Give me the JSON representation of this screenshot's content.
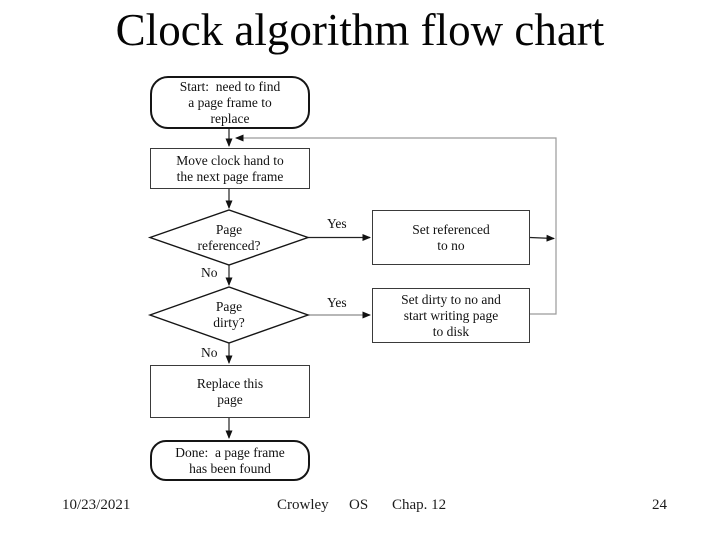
{
  "slide": {
    "title": "Clock algorithm flow chart",
    "footer": {
      "date": "10/23/2021",
      "author": "Crowley",
      "course": "OS",
      "chapter": "Chap. 12",
      "page_number": "24"
    }
  },
  "flowchart": {
    "nodes": {
      "start": {
        "label": "Start:  need to find\na page frame to\nreplace"
      },
      "move": {
        "label": "Move clock hand to\nthe next page frame"
      },
      "referenced": {
        "label": "Page\nreferenced?"
      },
      "set_referenced": {
        "label": "Set referenced\nto no"
      },
      "dirty": {
        "label": "Page\ndirty?"
      },
      "set_dirty": {
        "label": "Set dirty to no and\nstart writing page\nto disk"
      },
      "replace": {
        "label": "Replace this\npage"
      },
      "done": {
        "label": "Done:  a page frame\nhas been found"
      }
    },
    "edge_labels": {
      "referenced_yes": "Yes",
      "referenced_no": "No",
      "dirty_yes": "Yes",
      "dirty_no": "No"
    },
    "colors": {
      "shape_stroke": "#151515",
      "connector": "#222222",
      "feedback_loop": "#9a9a9a"
    }
  }
}
